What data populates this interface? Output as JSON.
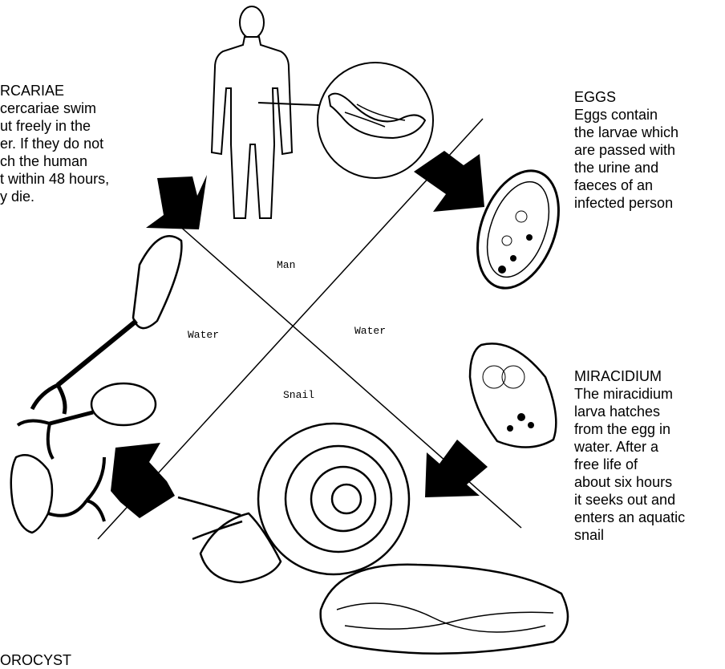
{
  "zones": {
    "man": "Man",
    "water_left": "Water",
    "water_right": "Water",
    "snail": "Snail"
  },
  "cercariae": {
    "title": "RCARIAE",
    "lines": [
      "cercariae swim",
      "ut freely in the",
      "er. If they do not",
      "ch the human",
      "t within 48 hours,",
      "y die."
    ]
  },
  "eggs": {
    "title": "EGGS",
    "lines": [
      "Eggs contain",
      "the larvae which",
      "are passed with",
      "the urine and",
      "faeces of an",
      "infected person"
    ]
  },
  "miracidium": {
    "title": "MIRACIDIUM",
    "lines": [
      "The miracidium",
      "larva  hatches",
      "from the egg in",
      "water. After a",
      "free life of",
      "about six hours",
      "it seeks out and",
      "enters an aquatic",
      "snail"
    ]
  },
  "sporocyst": {
    "title": "OROCYST"
  },
  "colors": {
    "ink": "#000000",
    "paper": "#ffffff"
  }
}
